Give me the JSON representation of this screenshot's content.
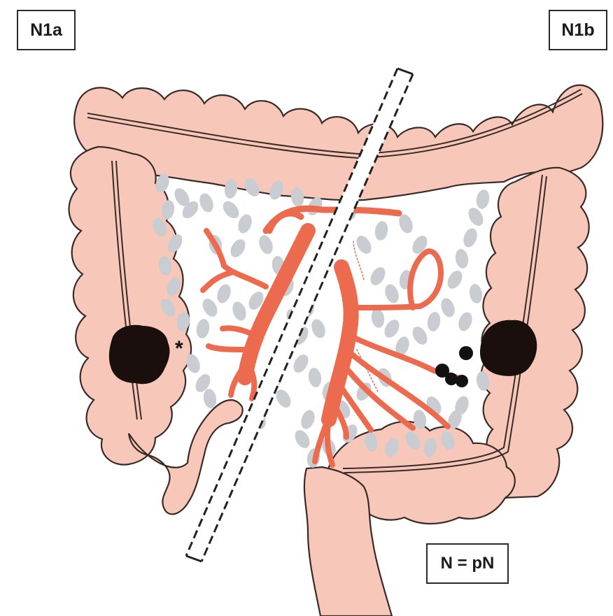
{
  "labels": {
    "left_stage": "N1a",
    "right_stage": "N1b",
    "rule": "N = pN",
    "tumor_deposit_marker": "*"
  },
  "colors": {
    "colon_fill": "#f7c8b9",
    "colon_outline": "#3a2a28",
    "vessel": "#ec6a4e",
    "vessel_outline": "#c94a34",
    "lymph_node": "#c9cdd1",
    "tumor": "#1a0f0c",
    "metastatic_node": "#111111"
  },
  "icons": {
    "left_tumor": "tumor-mass-icon",
    "right_tumor": "tumor-mass-icon",
    "lymph_node": "lymph-node-icon",
    "metastatic_node": "metastatic-node-icon",
    "resection_line": "dashed-cut-line-icon"
  }
}
